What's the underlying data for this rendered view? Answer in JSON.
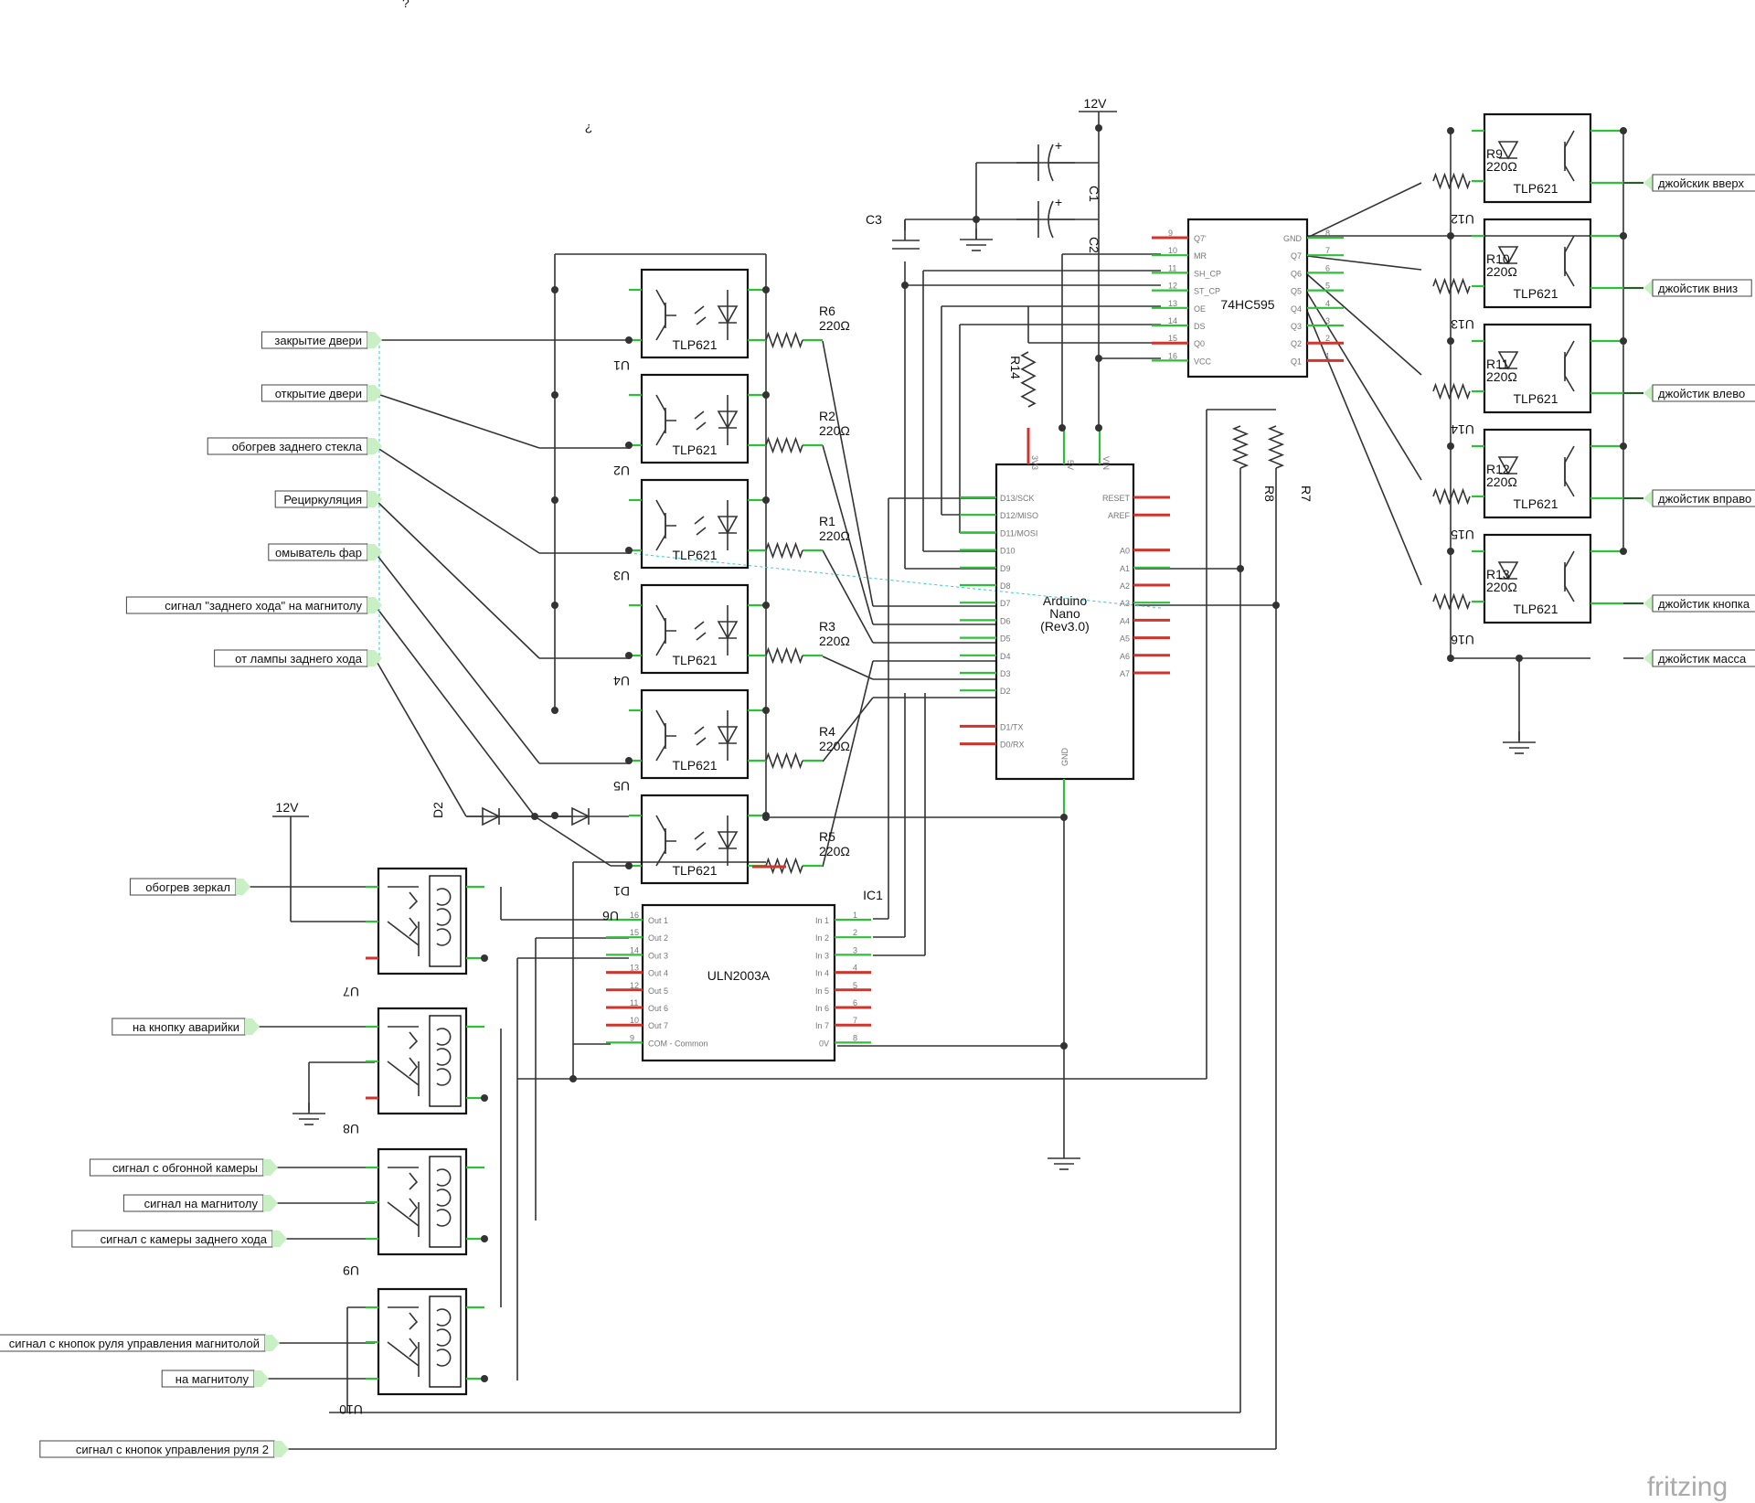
{
  "marks": {
    "q1": "?",
    "q2": "?"
  },
  "supply": {
    "top": "12V",
    "left": "12V"
  },
  "caps": {
    "c1": "C1",
    "c2": "C2",
    "c3": "C3"
  },
  "optocouplers": {
    "left": [
      {
        "ref": "U1",
        "part": "TLP621",
        "res": "R6",
        "val": "220Ω"
      },
      {
        "ref": "U2",
        "part": "TLP621",
        "res": "R2",
        "val": "220Ω"
      },
      {
        "ref": "U3",
        "part": "TLP621",
        "res": "R1",
        "val": "220Ω"
      },
      {
        "ref": "U4",
        "part": "TLP621",
        "res": "R3",
        "val": "220Ω"
      },
      {
        "ref": "U5",
        "part": "TLP621",
        "res": "R4",
        "val": "220Ω"
      },
      {
        "ref": "D1",
        "part": "TLP621",
        "res": "R5",
        "val": "220Ω"
      }
    ],
    "right": [
      {
        "ref": "U12",
        "part": "TLP621",
        "res": "R9",
        "val": "220Ω"
      },
      {
        "ref": "U13",
        "part": "TLP621",
        "res": "R10",
        "val": "220Ω"
      },
      {
        "ref": "U14",
        "part": "TLP621",
        "res": "R11",
        "val": "220Ω"
      },
      {
        "ref": "U15",
        "part": "TLP621",
        "res": "R12",
        "val": "220Ω"
      },
      {
        "ref": "U16",
        "part": "TLP621",
        "res": "R13",
        "val": "220Ω"
      }
    ]
  },
  "left_inputs": [
    "закрытие двери",
    "открытие двери",
    "обогрев заднего стекла",
    "Рециркуляция",
    "омыватель фар",
    "сигнал \"заднего хода\" на магнитолу",
    "от лампы заднего хода"
  ],
  "right_outputs": [
    "джойскик вверх",
    "джойстик вниз",
    "джойстик влево",
    "джойстик вправо",
    "джойстик кнопка",
    "джойстик масса"
  ],
  "relay_labels": [
    "обогрев зеркал",
    "на кнопку аварийки",
    "сигнал с обгонной камеры",
    "сигнал на магнитолу",
    "сигнал с камеры заднего хода",
    "сигнал с кнопок руля управления магнитолой",
    "на магнитолу",
    "сигнал с кнопок управления руля 2"
  ],
  "relays": [
    "U6",
    "U7",
    "U8",
    "U9",
    "U10"
  ],
  "diode": "D2",
  "ic1": {
    "ref": "IC1",
    "name": "ULN2003A"
  },
  "uln": {
    "left_pins": [
      "Out 1",
      "Out 2",
      "Out 3",
      "Out 4",
      "Out 5",
      "Out 6",
      "Out 7",
      "COM - Common"
    ],
    "left_nums": [
      "16",
      "15",
      "14",
      "13",
      "12",
      "11",
      "10",
      "9"
    ],
    "right_pins": [
      "In 1",
      "In 2",
      "In 3",
      "In 4",
      "In 5",
      "In 6",
      "In 7",
      "0V"
    ],
    "right_nums": [
      "1",
      "2",
      "3",
      "4",
      "5",
      "6",
      "7",
      "8"
    ]
  },
  "shift": {
    "name": "74HC595",
    "left_pins": [
      "Q7'",
      "MR",
      "SH_CP",
      "ST_CP",
      "OE",
      "DS",
      "Q0",
      "VCC"
    ],
    "left_nums": [
      "9",
      "10",
      "11",
      "12",
      "13",
      "14",
      "15",
      "16"
    ],
    "right_pins": [
      "GND",
      "Q7",
      "Q6",
      "Q5",
      "Q4",
      "Q3",
      "Q2",
      "Q1"
    ],
    "right_nums": [
      "8",
      "7",
      "6",
      "5",
      "4",
      "3",
      "2",
      "1"
    ]
  },
  "arduino": {
    "name": "Arduino",
    "sub": "Nano",
    "rev": "(Rev3.0)",
    "top_pins": [
      "3V3",
      "5V",
      "VIN"
    ],
    "left_pins": [
      "D13/SCK",
      "D12/MISO",
      "D11/MOSI",
      "D10",
      "D9",
      "D8",
      "D7",
      "D6",
      "D5",
      "D4",
      "D3",
      "D2",
      "D1/TX",
      "D0/RX"
    ],
    "right_pins": [
      "RESET",
      "AREF",
      "A0",
      "A1",
      "A2",
      "A3",
      "A4",
      "A5",
      "A6",
      "A7"
    ],
    "bottom_pin": "GND"
  },
  "resistors_misc": {
    "r14": "R14",
    "r7": "R7",
    "r8": "R8"
  },
  "brand": "fritzing"
}
